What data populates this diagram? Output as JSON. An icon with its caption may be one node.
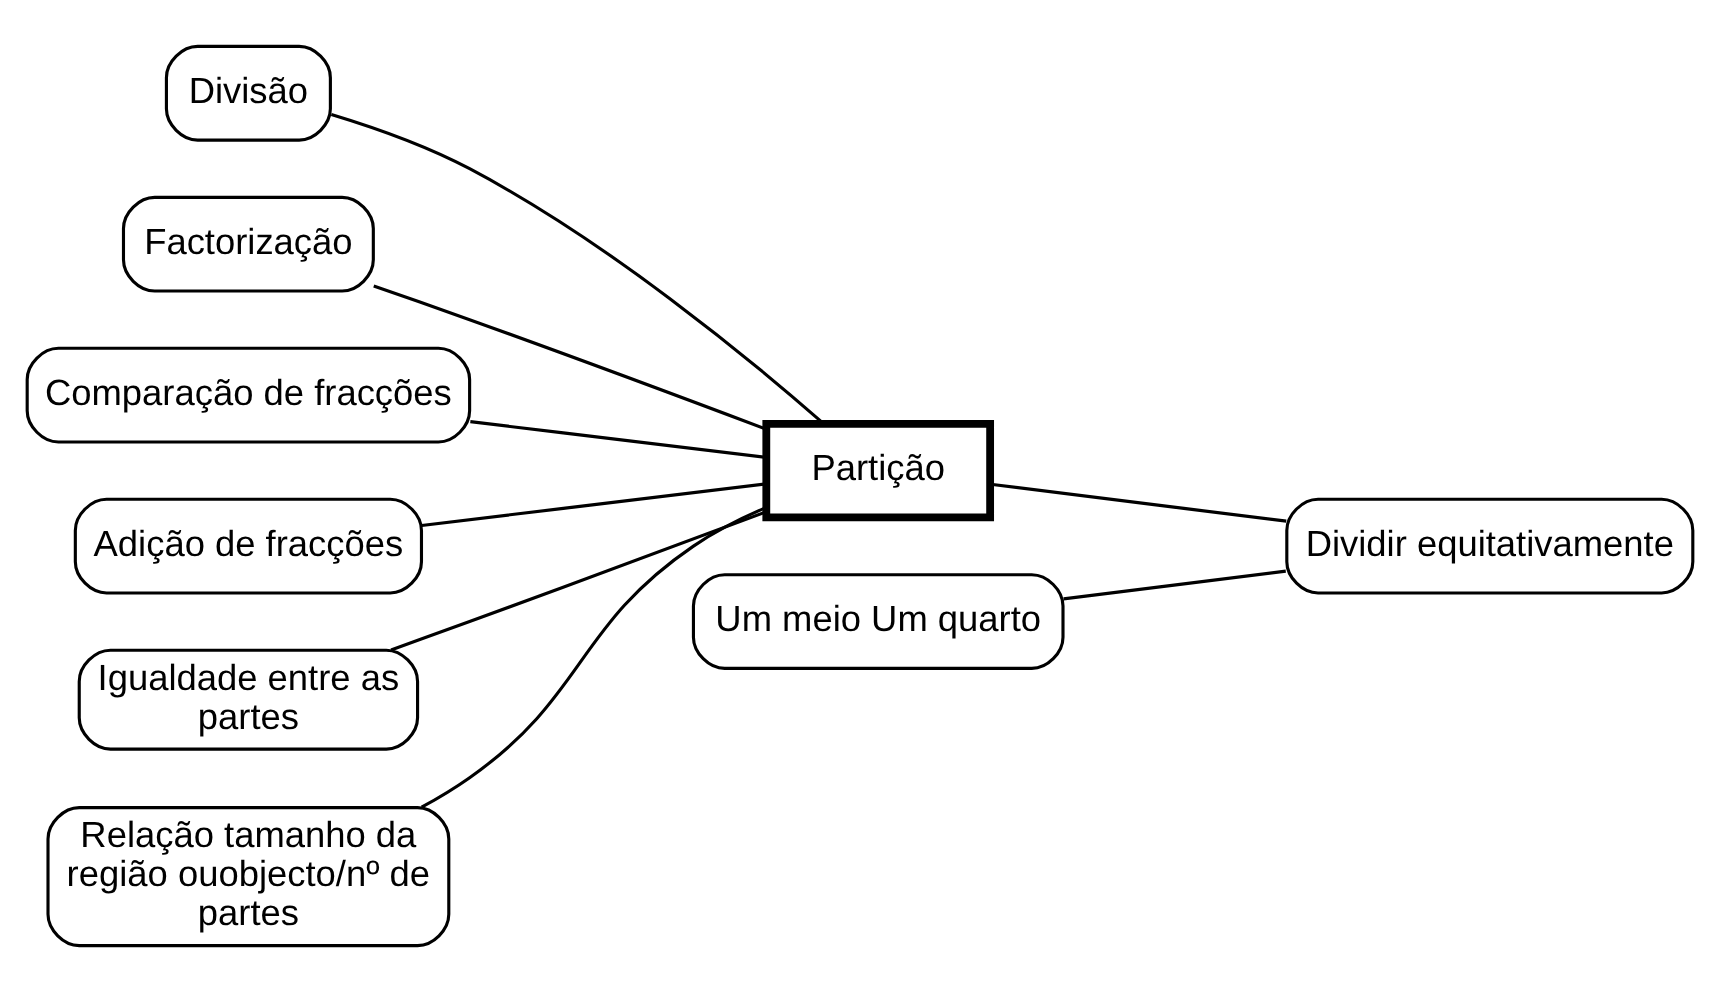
{
  "diagram": {
    "nodes": [
      {
        "text": [
          "Divisão"
        ]
      },
      {
        "text": [
          "Factorização"
        ]
      },
      {
        "text": [
          "Comparação de fracções"
        ]
      },
      {
        "text": [
          "Adição de fracções"
        ]
      },
      {
        "text": [
          "Igualdade entre as partes"
        ]
      },
      {
        "text": [
          "Relação tamanho da região ouobjecto/nº de partes"
        ]
      },
      {
        "text": [
          "Partição"
        ]
      },
      {
        "text": [
          "Um meio Um quarto"
        ]
      },
      {
        "text": [
          "Dividir equitativamente"
        ]
      }
    ],
    "edges": [
      {
        "from": 0,
        "to": 6,
        "arrow": "none"
      },
      {
        "from": 1,
        "to": 6,
        "arrow": "none"
      },
      {
        "from": 2,
        "to": 6,
        "arrow": "none"
      },
      {
        "from": 3,
        "to": 6,
        "arrow": "none"
      },
      {
        "from": 4,
        "to": 6,
        "arrow": "none"
      },
      {
        "from": 5,
        "to": 6,
        "arrow": "none"
      },
      {
        "from": 6,
        "to": 8,
        "arrow": "none"
      },
      {
        "from": 7,
        "to": 8,
        "arrow": "none"
      }
    ]
  }
}
